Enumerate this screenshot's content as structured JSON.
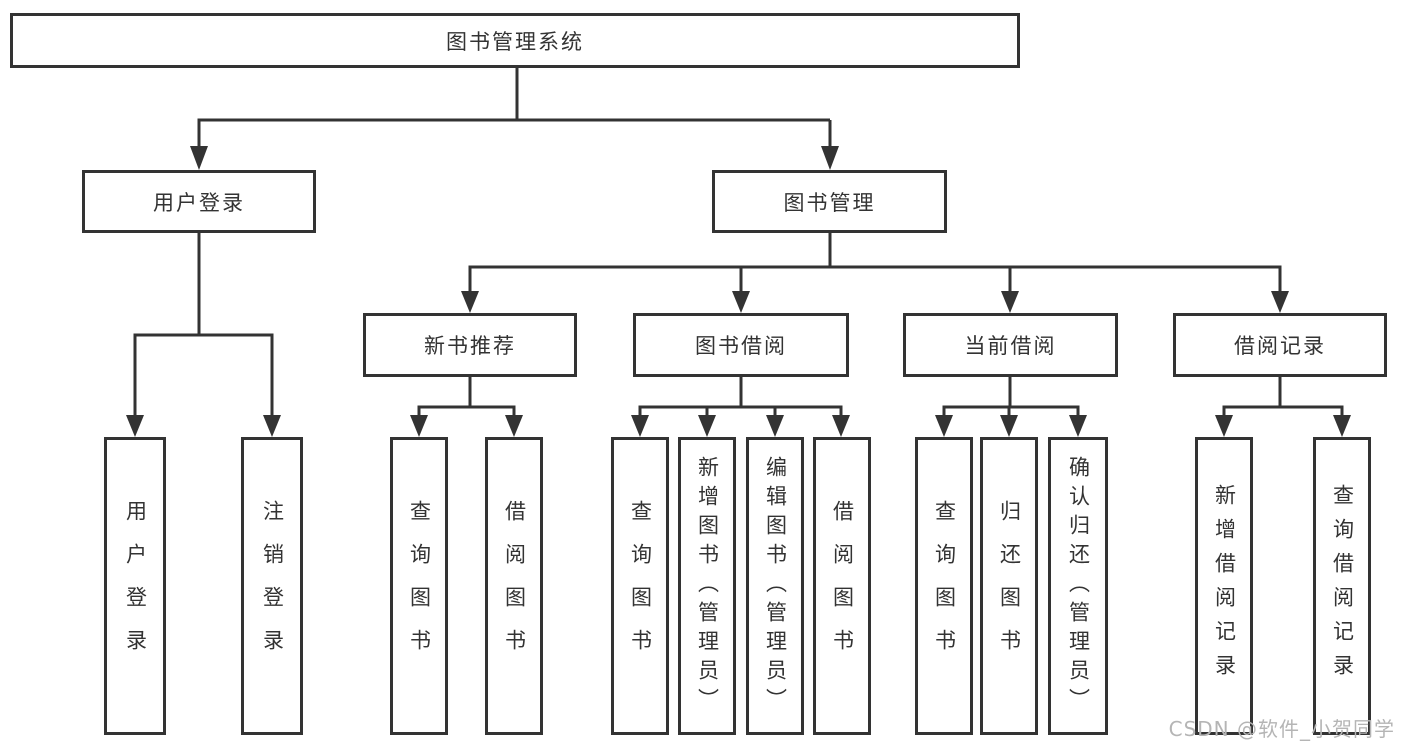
{
  "diagram": {
    "type": "feature-tree",
    "tree": {
      "root": {
        "label": "图书管理系统"
      },
      "user_login": {
        "label": "用户登录",
        "children": [
          {
            "label": "用户登录"
          },
          {
            "label": "注销登录"
          }
        ]
      },
      "book_management": {
        "label": "图书管理",
        "children": [
          {
            "label": "新书推荐",
            "children": [
              {
                "label": "查询图书"
              },
              {
                "label": "借阅图书"
              }
            ]
          },
          {
            "label": "图书借阅",
            "children": [
              {
                "label": "查询图书"
              },
              {
                "label": "新增图书（管理员）"
              },
              {
                "label": "编辑图书（管理员）"
              },
              {
                "label": "借阅图书"
              }
            ]
          },
          {
            "label": "当前借阅",
            "children": [
              {
                "label": "查询图书"
              },
              {
                "label": "归还图书"
              },
              {
                "label": "确认归还（管理员）"
              }
            ]
          },
          {
            "label": "借阅记录",
            "children": [
              {
                "label": "新增借阅记录"
              },
              {
                "label": "查询借阅记录"
              }
            ]
          }
        ]
      }
    },
    "colors": {
      "line": "#333333",
      "box_border": "#333333",
      "text": "#333333",
      "watermark": "#b5b5b5",
      "background": "#ffffff"
    }
  },
  "watermark": "CSDN @软件_小贺同学"
}
